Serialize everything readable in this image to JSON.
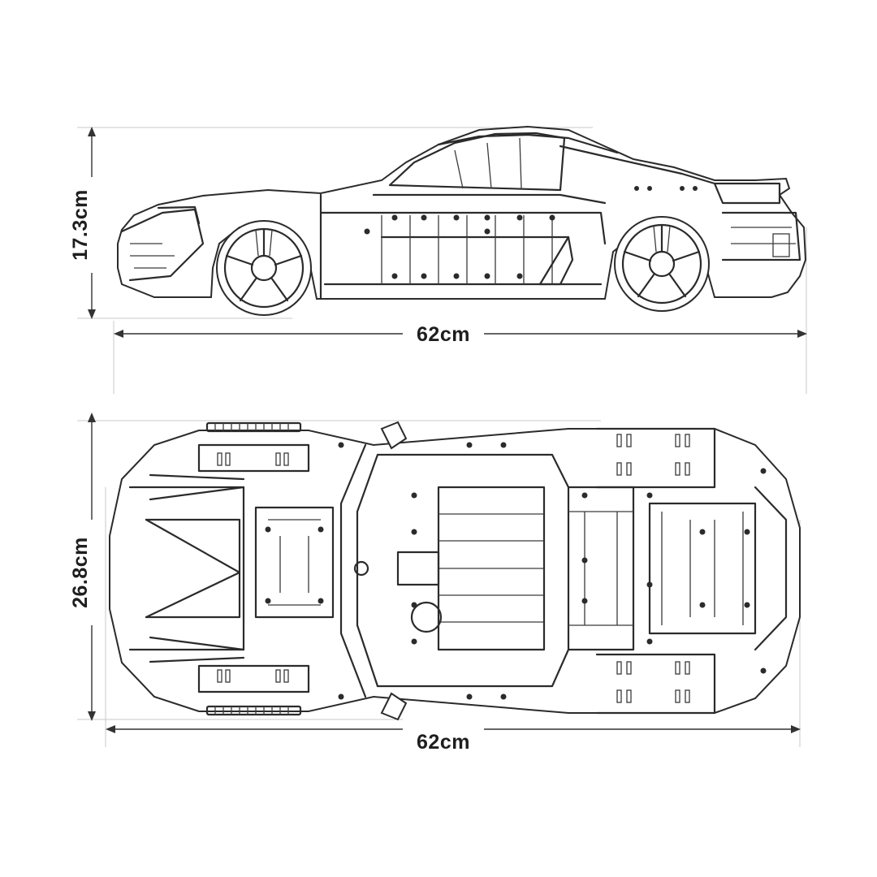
{
  "side_view": {
    "height_label": "17.3cm",
    "length_label": "62cm"
  },
  "top_view": {
    "width_label": "26.8cm",
    "length_label": "62cm"
  },
  "colors": {
    "line": "#2b2b2b",
    "background": "#ffffff",
    "guide": "#c8c8c8"
  }
}
